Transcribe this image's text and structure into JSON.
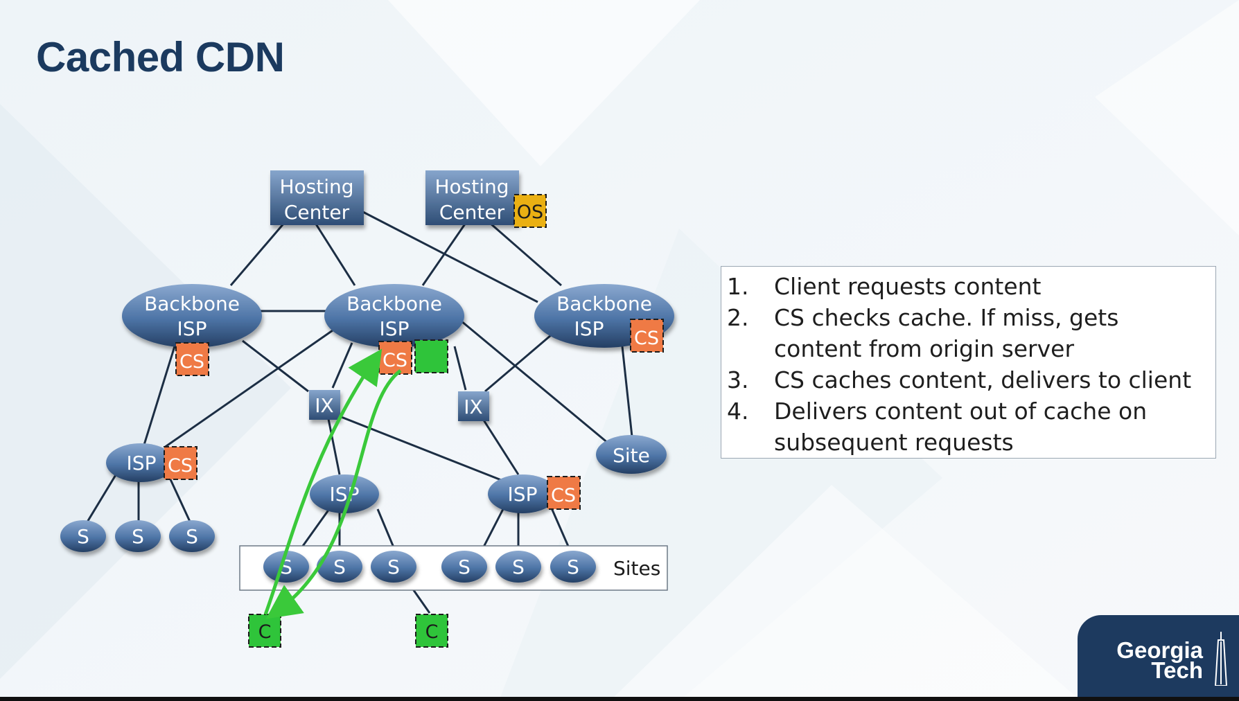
{
  "slide": {
    "title": "Cached CDN"
  },
  "nodes": {
    "hosting_center_1": [
      "Hosting",
      "Center"
    ],
    "hosting_center_2": [
      "Hosting",
      "Center"
    ],
    "origin_server": "OS",
    "backbone_left": [
      "Backbone",
      "ISP"
    ],
    "backbone_center": [
      "Backbone",
      "ISP"
    ],
    "backbone_right": [
      "Backbone",
      "ISP"
    ],
    "cache_server": "CS",
    "ix": "IX",
    "isp": "ISP",
    "site": "Site",
    "s": "S",
    "client": "C",
    "sites_label": "Sites"
  },
  "steps": [
    {
      "num": "1.",
      "text": "Client requests content"
    },
    {
      "num": "2.",
      "text": "CS checks cache. If miss, gets content from origin server"
    },
    {
      "num": "3.",
      "text": "CS caches content, delivers to client"
    },
    {
      "num": "4.",
      "text": "Delivers content out of cache on subsequent requests"
    }
  ],
  "logo": {
    "line1": "Georgia",
    "line2": "Tech"
  },
  "colors": {
    "title": "#1b3a5f",
    "node_blue": "#4a6f9c",
    "cache_server": "#ef7a45",
    "origin_server": "#eab013",
    "client": "#2fc43a",
    "arrow": "#3ac93a",
    "link": "#1c2e44",
    "logo_bg": "#1d3a5f"
  }
}
